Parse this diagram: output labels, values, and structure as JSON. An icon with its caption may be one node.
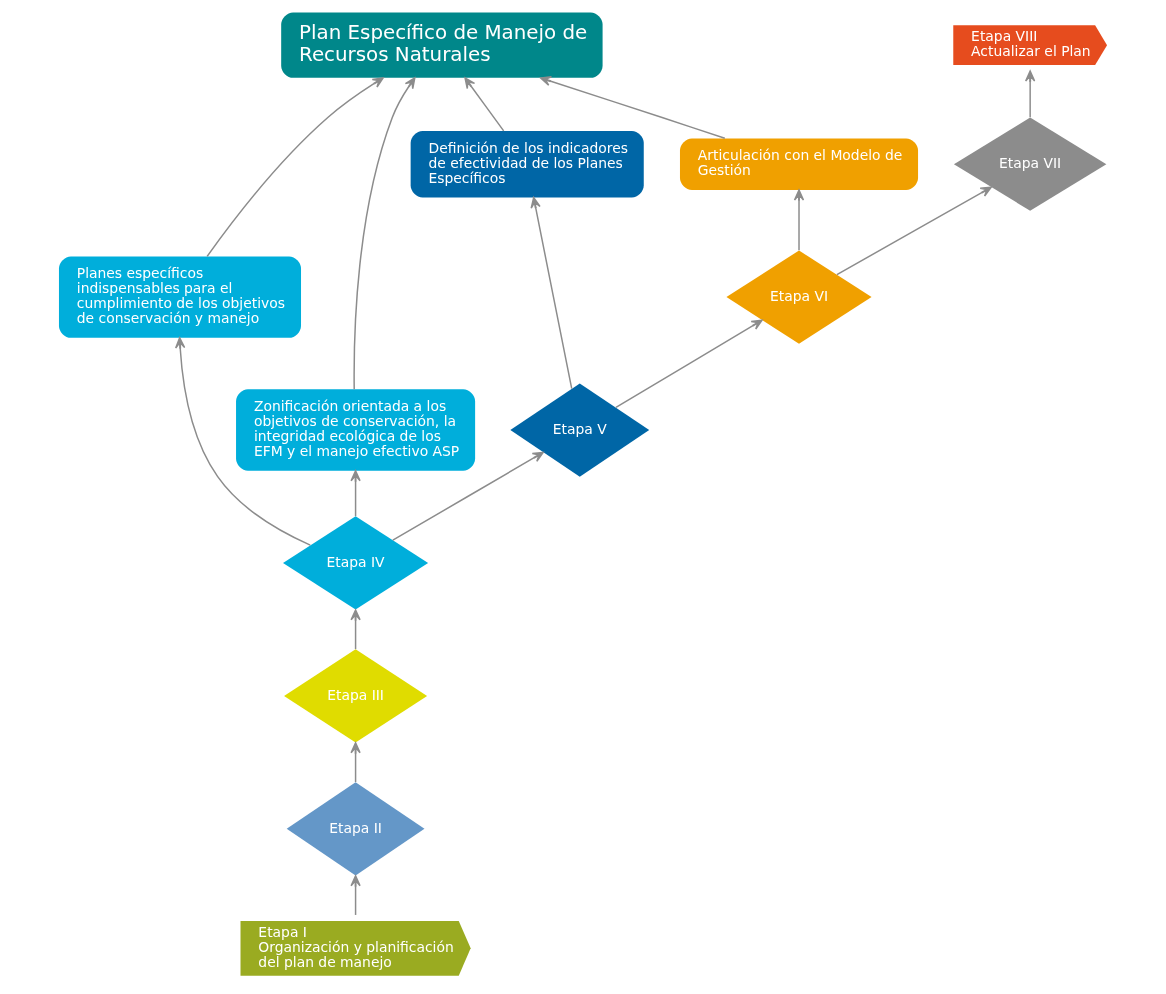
{
  "diagram": {
    "nodes": [
      {
        "text": [
          "Plan Específico de Manejo de Recursos Naturales"
        ]
      },
      {
        "text": [
          "Planes específicos indispensables para el cumplimiento de los objetivos de conservación y manejo"
        ]
      },
      {
        "text": [
          "Definición de los indicadores de efectividad de los Planes Específicos"
        ]
      },
      {
        "text": [
          "Zonificación orientada a los objetivos de conservación, la integridad ecológica de los EFM y el manejo efectivo ASP"
        ]
      },
      {
        "text": [
          "Articulación con el Modelo de Gestión"
        ]
      },
      {
        "text": [
          "Etapa V"
        ]
      },
      {
        "text": [
          "Etapa IV"
        ]
      },
      {
        "text": [
          "Etapa VI"
        ]
      },
      {
        "text": [
          "Etapa III"
        ]
      },
      {
        "text": [
          "Etapa VII"
        ]
      },
      {
        "text": [
          "Etapa II"
        ]
      },
      {
        "text": [
          "Etapa I",
          "Organización y planificación del plan de manejo"
        ]
      },
      {
        "text": [
          "Etapa VIII",
          "Actualizar el Plan"
        ]
      }
    ],
    "edges": [
      {
        "from": 11,
        "to": 10,
        "arrow": "to"
      },
      {
        "from": 10,
        "to": 8,
        "arrow": "to"
      },
      {
        "from": 8,
        "to": 6,
        "arrow": "to"
      },
      {
        "from": 6,
        "to": 5,
        "arrow": "to"
      },
      {
        "from": 5,
        "to": 7,
        "arrow": "to"
      },
      {
        "from": 7,
        "to": 9,
        "arrow": "to"
      },
      {
        "from": 9,
        "to": 12,
        "arrow": "to"
      },
      {
        "from": 6,
        "to": 1,
        "arrow": "to"
      },
      {
        "from": 6,
        "to": 3,
        "arrow": "to"
      },
      {
        "from": 5,
        "to": 2,
        "arrow": "to"
      },
      {
        "from": 7,
        "to": 4,
        "arrow": "to"
      },
      {
        "from": 4,
        "to": 0,
        "arrow": "to"
      },
      {
        "from": 2,
        "to": 0,
        "arrow": "to"
      },
      {
        "from": 1,
        "to": 0,
        "arrow": "to"
      },
      {
        "from": 3,
        "to": 0,
        "arrow": "to"
      }
    ]
  }
}
